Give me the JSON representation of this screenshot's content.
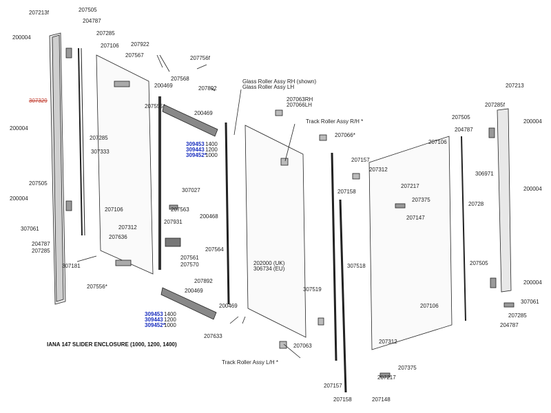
{
  "title": "IANA 147 SLIDER ENCLOSURE (1000, 1200, 1400)",
  "labels": [
    {
      "t": "207213f"
    },
    {
      "t": "207505"
    },
    {
      "t": "204787"
    },
    {
      "t": "207285"
    },
    {
      "t": "200004"
    },
    {
      "t": "207106"
    },
    {
      "t": "207922"
    },
    {
      "t": "207567"
    },
    {
      "t": "207568"
    },
    {
      "t": "207892"
    },
    {
      "t": "200469"
    },
    {
      "t": "207555*"
    },
    {
      "t": "307329"
    },
    {
      "t": "200004"
    },
    {
      "t": "207285"
    },
    {
      "t": "307333"
    },
    {
      "t": "309453"
    },
    {
      "t": "309443"
    },
    {
      "t": "309452*"
    },
    {
      "t": "1400"
    },
    {
      "t": "1200"
    },
    {
      "t": "1000"
    },
    {
      "t": "200469"
    },
    {
      "t": "207505"
    },
    {
      "t": "200004"
    },
    {
      "t": "207106"
    },
    {
      "t": "307061"
    },
    {
      "t": "204787"
    },
    {
      "t": "207285"
    },
    {
      "t": "307181"
    },
    {
      "t": "207636"
    },
    {
      "t": "207312"
    },
    {
      "t": "207931"
    },
    {
      "t": "207563"
    },
    {
      "t": "200468"
    },
    {
      "t": "207564"
    },
    {
      "t": "207561"
    },
    {
      "t": "207570"
    },
    {
      "t": "307027"
    },
    {
      "t": "207892"
    },
    {
      "t": "200469"
    },
    {
      "t": "207556*"
    },
    {
      "t": "309453"
    },
    {
      "t": "309443"
    },
    {
      "t": "309452*"
    },
    {
      "t": "1400"
    },
    {
      "t": "1200"
    },
    {
      "t": "1000"
    },
    {
      "t": "200469"
    },
    {
      "t": "207633"
    },
    {
      "t": "207756f"
    },
    {
      "t": "Glass Roller Assy RH (shown)"
    },
    {
      "t": "Glass Roller Assy LH"
    },
    {
      "t": "207063RH"
    },
    {
      "t": "207066LH"
    },
    {
      "t": "Track Roller Assy R/H *"
    },
    {
      "t": "207066*"
    },
    {
      "t": "202000 (UK)"
    },
    {
      "t": "306734 (EU)"
    },
    {
      "t": "307519"
    },
    {
      "t": "207063"
    },
    {
      "t": "Track Roller Assy L/H *"
    },
    {
      "t": "207157"
    },
    {
      "t": "207312"
    },
    {
      "t": "207158"
    },
    {
      "t": "207217"
    },
    {
      "t": "207375"
    },
    {
      "t": "207147"
    },
    {
      "t": "307518"
    },
    {
      "t": "207106"
    },
    {
      "t": "306971"
    },
    {
      "t": "207285f"
    },
    {
      "t": "207505"
    },
    {
      "t": "204787"
    },
    {
      "t": "207213"
    },
    {
      "t": "200004"
    },
    {
      "t": "200004"
    },
    {
      "t": "20728"
    },
    {
      "t": "207505"
    },
    {
      "t": "200004"
    },
    {
      "t": "207106"
    },
    {
      "t": "307061"
    },
    {
      "t": "207285"
    },
    {
      "t": "204787"
    },
    {
      "t": "207312"
    },
    {
      "t": "207375"
    },
    {
      "t": "207217"
    },
    {
      "t": "207157"
    },
    {
      "t": "207158"
    },
    {
      "t": "207148"
    }
  ]
}
